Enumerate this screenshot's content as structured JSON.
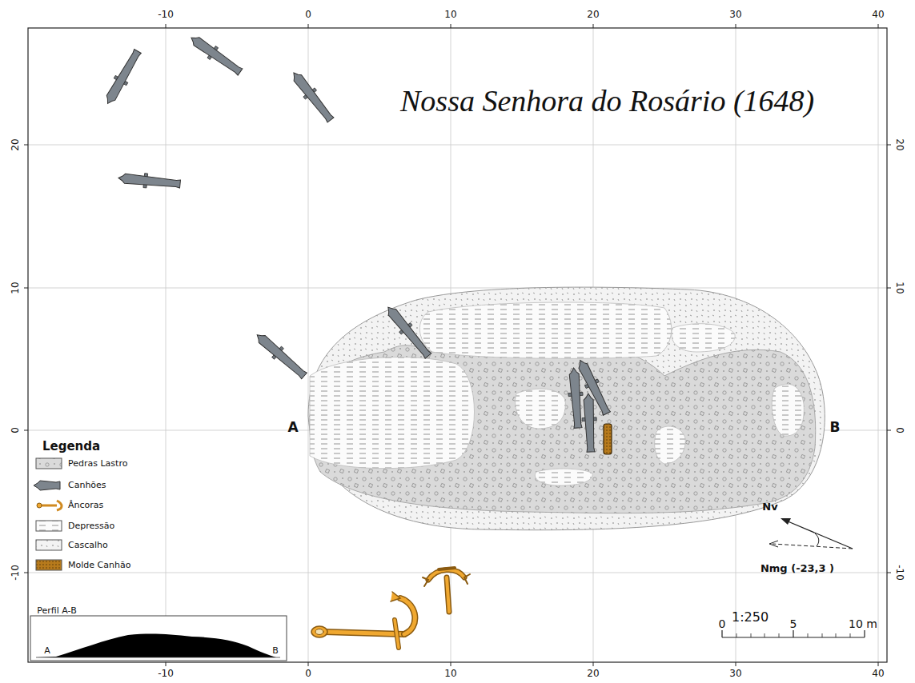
{
  "diagram": {
    "title": "Nossa Senhora do Rosário (1648)",
    "labels": [
      "-10",
      "0",
      "10",
      "20",
      "30",
      "40",
      "-10",
      "0",
      "10",
      "20",
      "30",
      "40",
      "20",
      "10",
      "0",
      "-10",
      "20",
      "10",
      "0",
      "-10",
      "A",
      "B",
      "Nv",
      "Nmg (-23,3 )",
      "1:250",
      "0",
      "5",
      "10 m",
      "Perfil A-B",
      "A",
      "B",
      "Legenda"
    ],
    "legend": [
      {
        "text": "Pedras Lastro"
      },
      {
        "text": "Canhões"
      },
      {
        "text": "Âncoras"
      },
      {
        "text": "Depressão"
      },
      {
        "text": "Cascalho"
      },
      {
        "text": "Molde Canhão"
      }
    ]
  }
}
